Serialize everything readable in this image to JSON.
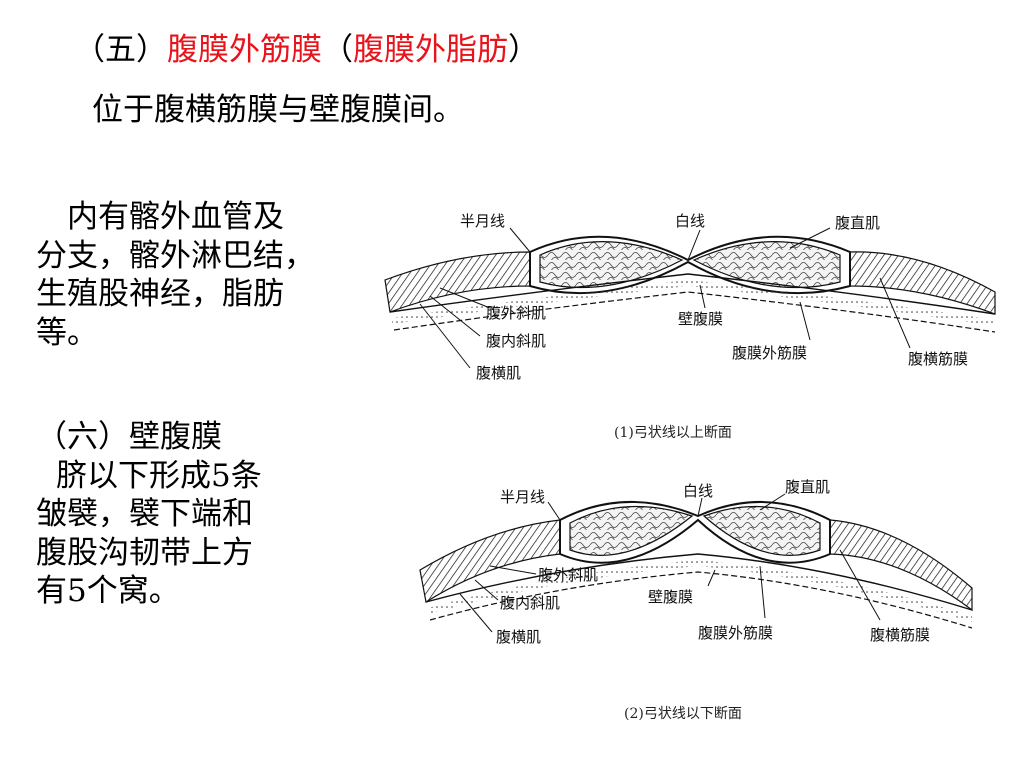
{
  "title": {
    "prefix": "（五）",
    "term": "腹膜外筋膜",
    "paren_open": "（",
    "alt_term": "腹膜外脂肪",
    "paren_close": "）"
  },
  "subtitle": "位于腹横筋膜与壁腹膜间。",
  "para1": [
    "内有髂外血管及",
    "分支，髂外淋巴结，",
    "生殖股神经，脂肪",
    "等。"
  ],
  "para2": [
    "（六）壁腹膜",
    "脐以下形成5条",
    "皱襞，襞下端和",
    "腹股沟韧带上方",
    "有5个窝。"
  ],
  "colors": {
    "highlight": "#e8141c",
    "text": "#000000",
    "diagram_ink": "#111111"
  },
  "diagram1": {
    "labels": {
      "semilunar": "半月线",
      "linea_alba": "白线",
      "rectus": "腹直肌",
      "ext_oblique": "腹外斜肌",
      "int_oblique": "腹内斜肌",
      "transversus": "腹横肌",
      "parietal_peritoneum": "壁腹膜",
      "extraperitoneal_fascia": "腹膜外筋膜",
      "transversalis_fascia": "腹横筋膜"
    },
    "caption": "(1)弓状线以上断面"
  },
  "diagram2": {
    "labels": {
      "semilunar": "半月线",
      "linea_alba": "白线",
      "rectus": "腹直肌",
      "ext_oblique": "腹外斜肌",
      "int_oblique": "腹内斜肌",
      "transversus": "腹横肌",
      "parietal_peritoneum": "壁腹膜",
      "extraperitoneal_fascia": "腹膜外筋膜",
      "transversalis_fascia": "腹横筋膜"
    },
    "caption": "(2)弓状线以下断面"
  }
}
